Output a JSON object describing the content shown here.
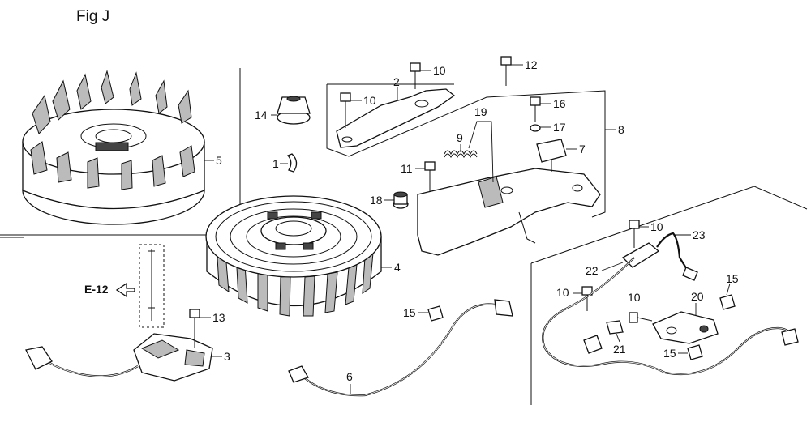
{
  "figure": {
    "title": "Fig J",
    "reference": "E-12"
  },
  "callouts": {
    "c1": "1",
    "c2": "2",
    "c3": "3",
    "c4": "4",
    "c5": "5",
    "c6": "6",
    "c7": "7",
    "c8": "8",
    "c9": "9",
    "c10a": "10",
    "c10b": "10",
    "c10c": "10",
    "c10d": "10",
    "c10e": "10",
    "c11": "11",
    "c12": "12",
    "c13": "13",
    "c14": "14",
    "c15a": "15",
    "c15b": "15",
    "c15c": "15",
    "c16": "16",
    "c17": "17",
    "c18": "18",
    "c19": "19",
    "c20": "20",
    "c21": "21",
    "c22": "22",
    "c23": "23"
  }
}
